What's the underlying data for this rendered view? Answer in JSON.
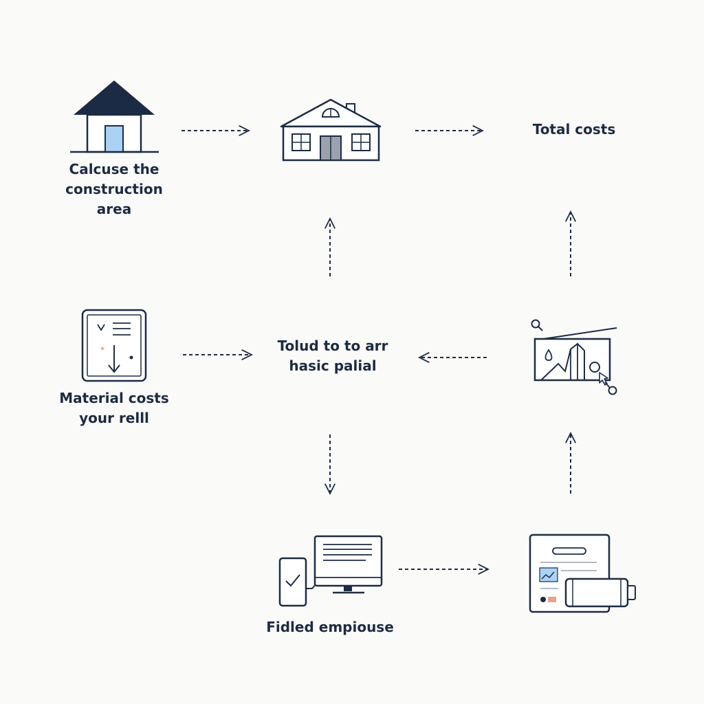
{
  "colors": {
    "background": "#fafaf8",
    "ink": "#1c2b45",
    "navy_roof": "#1c2b45",
    "light_blue": "#a9d3f5",
    "door_gray": "#9aa3ad",
    "accent_orange": "#e07a52"
  },
  "nodes": [
    {
      "id": "construction-area",
      "icon": "house-with-door-icon",
      "label": "Calcuse the\nconstruction\narea"
    },
    {
      "id": "house",
      "icon": "house-outline-icon",
      "label": ""
    },
    {
      "id": "total-costs",
      "icon": "",
      "label": "Total costs"
    },
    {
      "id": "material-costs",
      "icon": "tablet-checklist-icon",
      "label": "Material costs\nyour relll"
    },
    {
      "id": "center",
      "icon": "",
      "label": "Tolud to to arr\nhasic palial"
    },
    {
      "id": "chart",
      "icon": "chart-with-cursor-icon",
      "label": ""
    },
    {
      "id": "fidled-empiouse",
      "icon": "computer-and-phone-icon",
      "label": "Fidled empiouse"
    },
    {
      "id": "document-card",
      "icon": "document-card-icon",
      "label": ""
    }
  ]
}
